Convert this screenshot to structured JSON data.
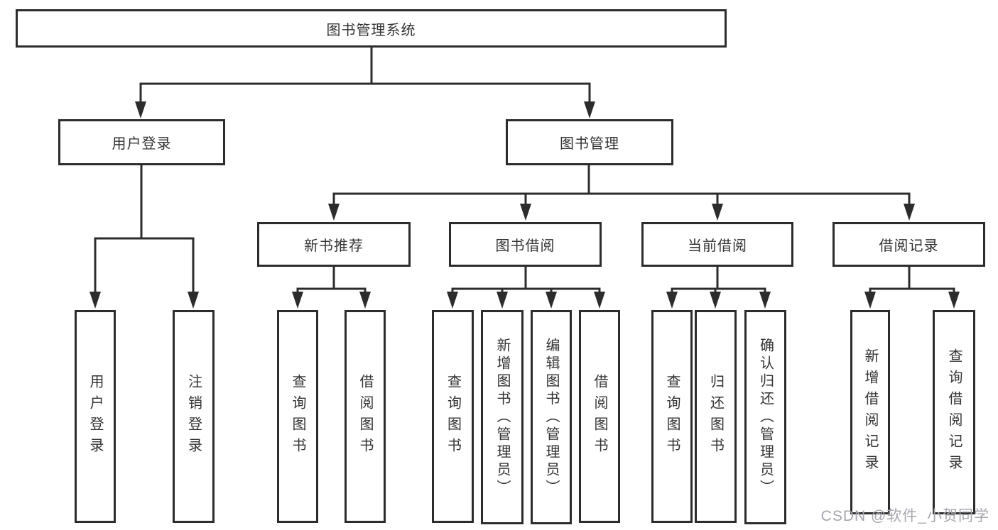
{
  "colors": {
    "line": "#2c2c2c",
    "box_border": "#2c2c2c",
    "box_fill": "#ffffff",
    "text": "#333333",
    "watermark": "#a6a6ae",
    "background": "#ffffff"
  },
  "tree": {
    "root": {
      "label": "图书管理系统",
      "children": [
        {
          "label": "用户登录",
          "children": [
            {
              "label": "用户登录"
            },
            {
              "label": "注销登录"
            }
          ]
        },
        {
          "label": "图书管理",
          "children": [
            {
              "label": "新书推荐",
              "children": [
                {
                  "label": "查询图书"
                },
                {
                  "label": "借阅图书"
                }
              ]
            },
            {
              "label": "图书借阅",
              "children": [
                {
                  "label": "查询图书"
                },
                {
                  "label": "新增图书（管理员）"
                },
                {
                  "label": "编辑图书（管理员）"
                },
                {
                  "label": "借阅图书"
                }
              ]
            },
            {
              "label": "当前借阅",
              "children": [
                {
                  "label": "查询图书"
                },
                {
                  "label": "归还图书"
                },
                {
                  "label": "确认归还（管理员）"
                }
              ]
            },
            {
              "label": "借阅记录",
              "children": [
                {
                  "label": "新增借阅记录"
                },
                {
                  "label": "查询借阅记录"
                }
              ]
            }
          ]
        }
      ]
    }
  },
  "watermark": {
    "text": "CSDN @软件_小贺同学"
  }
}
